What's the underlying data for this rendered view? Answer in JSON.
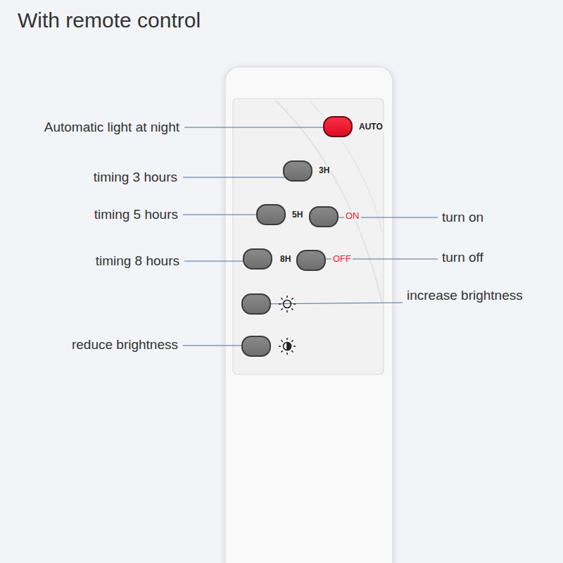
{
  "diagram": {
    "title": "With remote control",
    "labels": [
      "Automatic light at night",
      "AUTO",
      "timing 3 hours",
      "3H",
      "timing 5 hours",
      "5H",
      "ON",
      "turn on",
      "timing 8 hours",
      "8H",
      "OFF",
      "turn off",
      "increase brightness",
      "reduce brightness"
    ]
  }
}
